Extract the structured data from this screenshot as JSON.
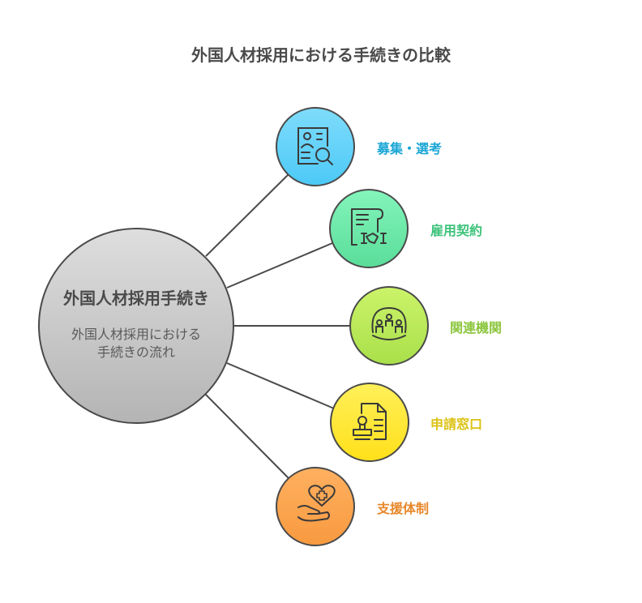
{
  "title": "外国人材採用における手続きの比較",
  "center": {
    "title": "外国人材採用手続き",
    "description": "外国人材採用における手続きの流れ",
    "description_line1": "外国人材採用における",
    "description_line2": "手続きの流れ",
    "color_top": "#dedede",
    "color_bottom": "#b4b4b4"
  },
  "nodes": [
    {
      "label": "募集・選考",
      "icon": "resume-search-icon",
      "color": "#1aa6d6",
      "fill_top": "#7fdcfb",
      "fill_bottom": "#4cc9f7"
    },
    {
      "label": "雇用契約",
      "icon": "contract-handshake-icon",
      "color": "#3cc37a",
      "fill_top": "#84f5bb",
      "fill_bottom": "#5add99"
    },
    {
      "label": "関連機関",
      "icon": "group-people-icon",
      "color": "#8cc63f",
      "fill_top": "#ccf36a",
      "fill_bottom": "#a9e04a"
    },
    {
      "label": "申請窓口",
      "icon": "document-stamp-icon",
      "color": "#dcc214",
      "fill_top": "#fff05a",
      "fill_bottom": "#ffe01a"
    },
    {
      "label": "支援体制",
      "icon": "hand-heart-icon",
      "color": "#e8872a",
      "fill_top": "#ffb060",
      "fill_bottom": "#f89a40"
    }
  ],
  "line_color": "#4a4a4a"
}
